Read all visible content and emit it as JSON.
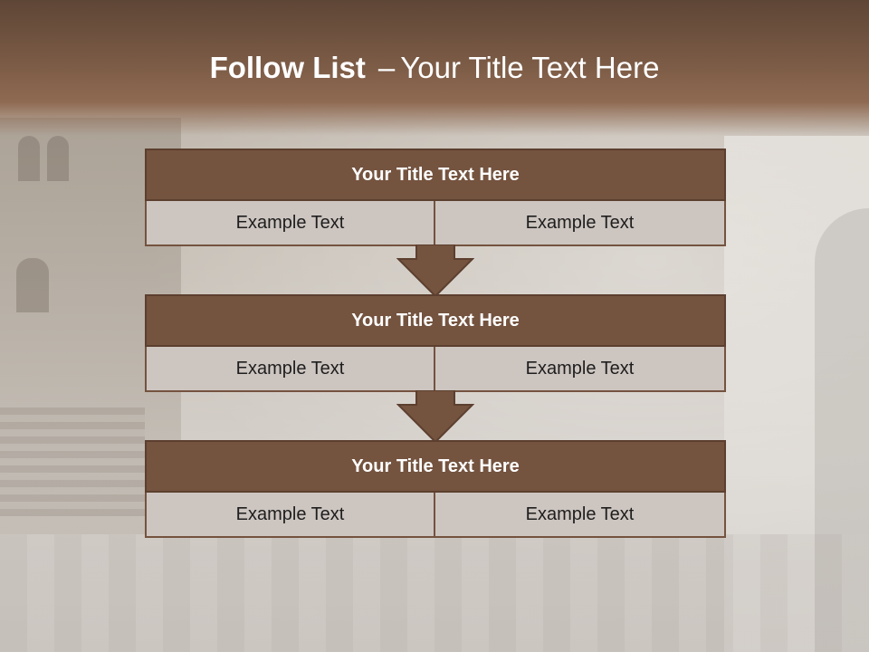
{
  "slide": {
    "title_bold": "Follow List",
    "title_sep": "–",
    "title_rest": "Your Title Text Here"
  },
  "blocks": [
    {
      "title": "Your Title Text Here",
      "cells": [
        "Example Text",
        "Example Text"
      ]
    },
    {
      "title": "Your Title Text Here",
      "cells": [
        "Example Text",
        "Example Text"
      ]
    },
    {
      "title": "Your Title Text Here",
      "cells": [
        "Example Text",
        "Example Text"
      ]
    }
  ],
  "colors": {
    "header": "#74533f",
    "cell": "#cdc5c0",
    "arrow": "#74533f"
  },
  "icons": [
    "down-arrow-icon",
    "down-arrow-icon"
  ]
}
